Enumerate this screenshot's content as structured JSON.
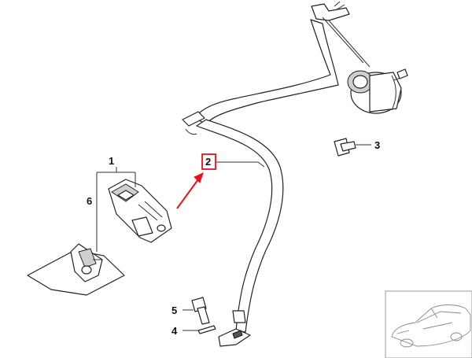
{
  "callouts": [
    {
      "id": "1",
      "label": "1"
    },
    {
      "id": "2",
      "label": "2"
    },
    {
      "id": "3",
      "label": "3"
    },
    {
      "id": "4",
      "label": "4"
    },
    {
      "id": "5",
      "label": "5"
    },
    {
      "id": "6",
      "label": "6"
    }
  ],
  "colors": {
    "highlight": "#e8121b",
    "line": "#222222",
    "inset_line": "#9a9a9a"
  }
}
